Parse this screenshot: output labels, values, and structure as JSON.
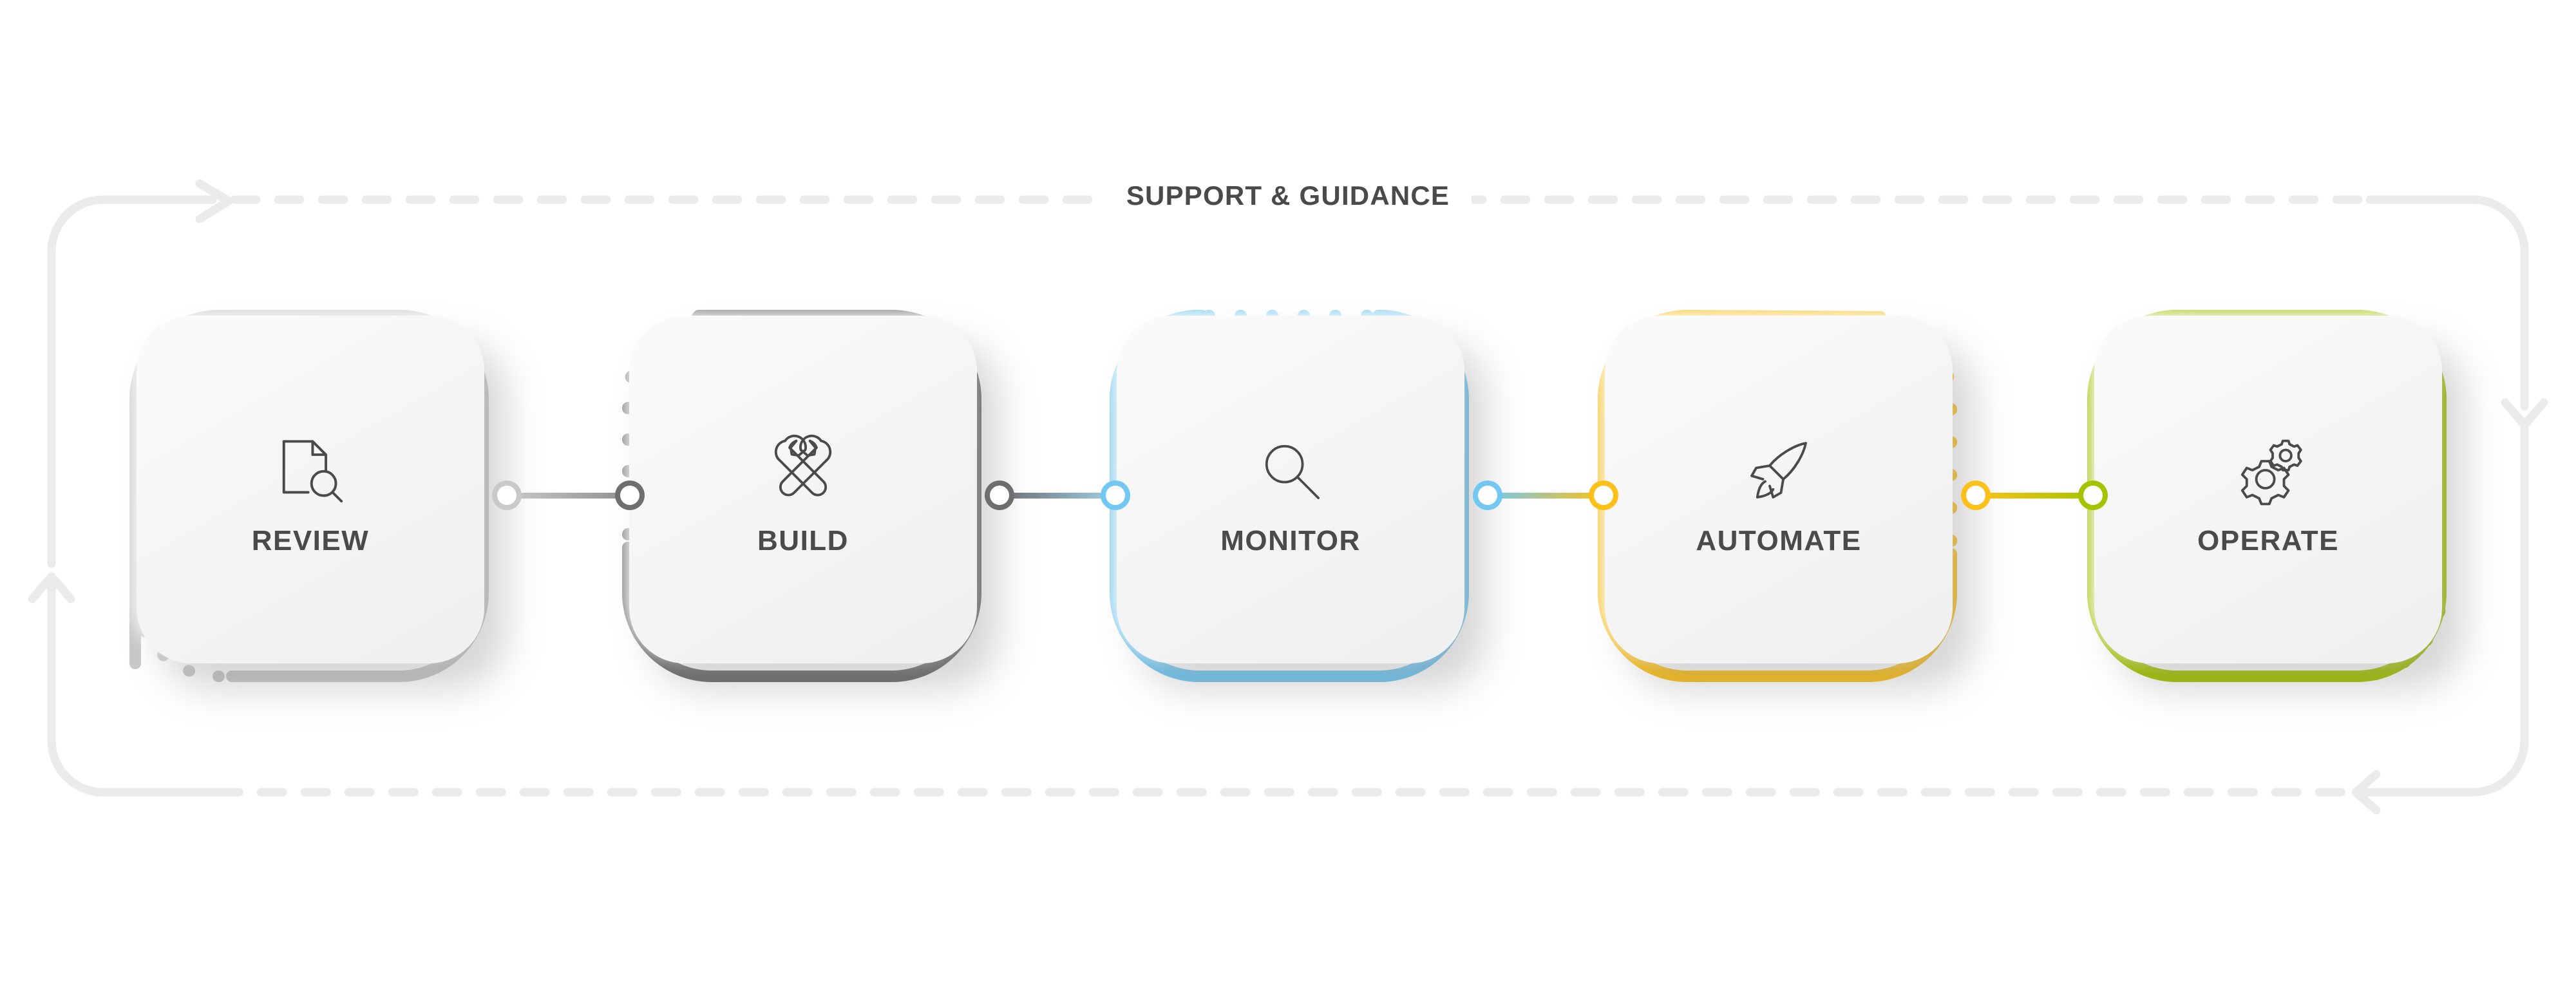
{
  "diagram": {
    "type": "process-loop-infographic",
    "loop_label": "SUPPORT & GUIDANCE",
    "background": "#ffffff",
    "label_color": "#4a4a4a",
    "loop_color": "#ebebeb",
    "loop_arrows": [
      "arrow-right-top-left",
      "arrow-down-right",
      "arrow-left-bottom-right",
      "arrow-up-bottom-left"
    ],
    "step_count": 5
  },
  "steps": [
    {
      "label": "REVIEW",
      "icon": "document-search-icon",
      "color": "#c9c9c9",
      "node_color": "#c9c9c9",
      "order": 1
    },
    {
      "label": "BUILD",
      "icon": "crossed-wrenches-icon",
      "color": "#6e6e6e",
      "node_color": "#6e6e6e",
      "order": 2
    },
    {
      "label": "MONITOR",
      "icon": "magnifier-icon",
      "color": "#72c8f2",
      "node_color": "#72c8f2",
      "order": 3
    },
    {
      "label": "AUTOMATE",
      "icon": "rocket-icon",
      "color": "#fbc11a",
      "node_color": "#fbc11a",
      "order": 4
    },
    {
      "label": "OPERATE",
      "icon": "gears-icon",
      "color": "#a5c400",
      "node_color": "#a5c400",
      "order": 5
    }
  ],
  "connectors": [
    {
      "from": "REVIEW",
      "to": "BUILD",
      "color_left": "#c9c9c9",
      "color_right": "#6e6e6e"
    },
    {
      "from": "BUILD",
      "to": "MONITOR",
      "color_left": "#6e6e6e",
      "color_right": "#72c8f2"
    },
    {
      "from": "MONITOR",
      "to": "AUTOMATE",
      "color_left": "#72c8f2",
      "color_right": "#fbc11a"
    },
    {
      "from": "AUTOMATE",
      "to": "OPERATE",
      "color_left": "#fbc11a",
      "color_right": "#a5c400"
    }
  ]
}
